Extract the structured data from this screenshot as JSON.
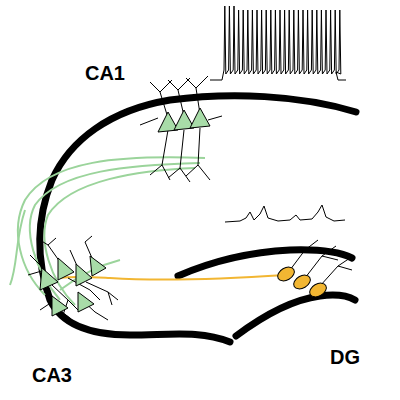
{
  "diagram": {
    "labels": [
      "CA1",
      "CA3",
      "DG"
    ]
  }
}
